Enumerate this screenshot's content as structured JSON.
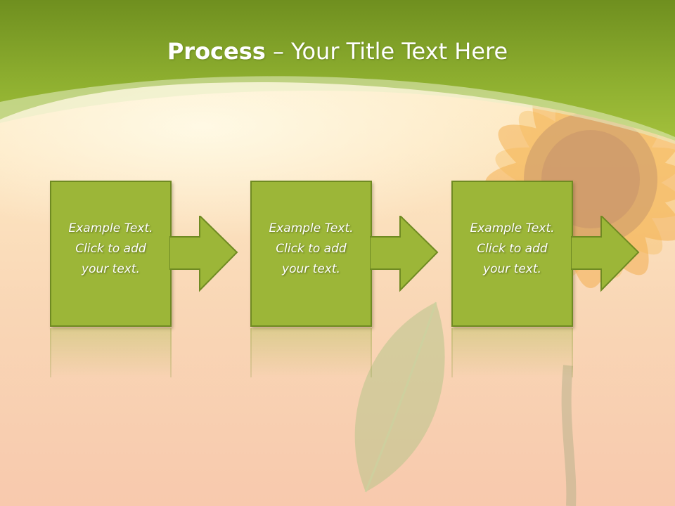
{
  "slide": {
    "title_bold": "Process",
    "title_rest": " – Your Title Text Here"
  },
  "steps": [
    {
      "line1": "Example Text.",
      "line2": "Click  to add",
      "line3": "your text."
    },
    {
      "line1": "Example Text.",
      "line2": "Click  to add",
      "line3": "your text."
    },
    {
      "line1": "Example Text.",
      "line2": "Click  to add",
      "line3": "your text."
    }
  ],
  "colors": {
    "header_green": "#8fb030",
    "box_fill": "#9cb638",
    "box_border": "#6f8a22",
    "background_peach": "#f9d7b6"
  },
  "icons": {
    "connector": "right-arrow-icon",
    "decoration": "sunflower-illustration"
  }
}
